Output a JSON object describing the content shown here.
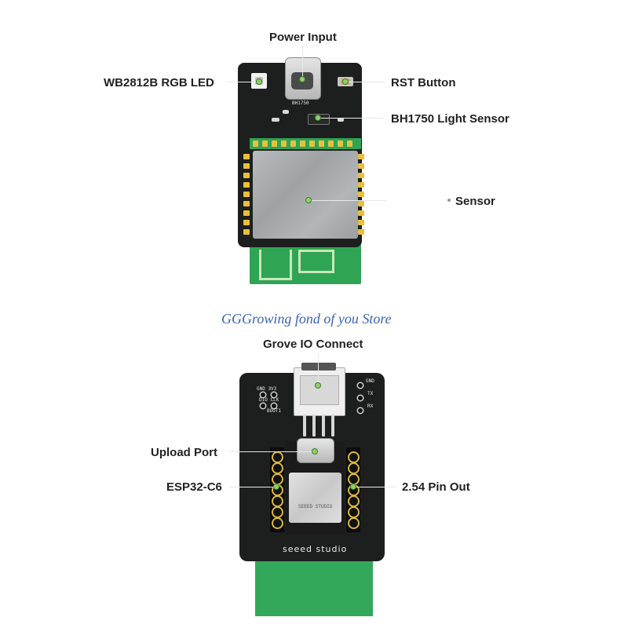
{
  "labels": {
    "power_input": "Power Input",
    "rgb_led": "WB2812B RGB LED",
    "rst_button": "RST Button",
    "light_sensor": "BH1750 Light Sensor",
    "sensor": "Sensor",
    "grove_io": "Grove IO Connect",
    "upload_port": "Upload Port",
    "esp32": "ESP32-C6",
    "pin_out": "2.54 Pin Out"
  },
  "watermark": "GGGrowing fond of you Store",
  "silkscreen": {
    "top_left": "GND 3V3",
    "top_left2": "DIO CLK",
    "boot": "BOOT1",
    "gnd": "GND",
    "tx": "TX",
    "rx": "RX",
    "brand": "seeed studio",
    "module_brand": "SEEED STUDIO"
  },
  "colors": {
    "pcb": "#1d1f1e",
    "antenna": "#2fa455",
    "header_pad": "#e9c03c",
    "callout_line": "#e8e8e8",
    "watermark": "#3a63b8"
  }
}
